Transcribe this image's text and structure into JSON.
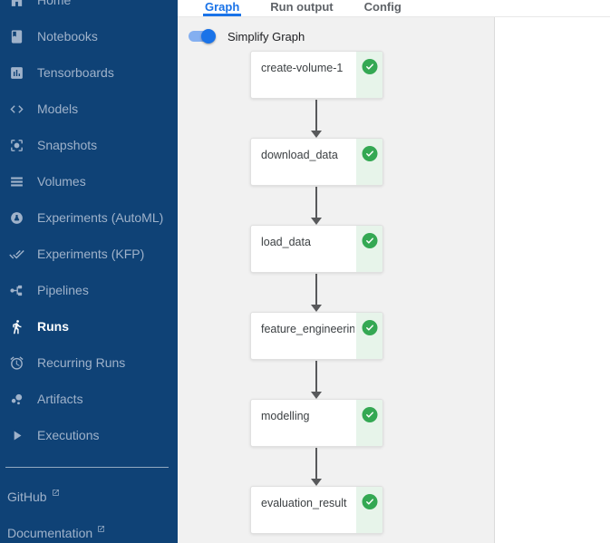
{
  "colors": {
    "sidebar_bg": "#0f4276",
    "sidebar_text": "#9fb2ca",
    "sidebar_active_text": "#ffffff",
    "tab_active": "#1a73e8",
    "tab_inactive": "#5f6368",
    "toggle_track": "#84aff0",
    "toggle_knob": "#1a73e8",
    "panel_bg": "#f1f1f1",
    "node_bg": "#ffffff",
    "node_border": "#e0e0e0",
    "node_text": "#3c4043",
    "edge_color": "#58595b",
    "success_green": "#34a853",
    "success_bg": "#e7f4ea"
  },
  "sidebar": {
    "items": [
      {
        "label": "Home",
        "icon": "home-icon"
      },
      {
        "label": "Notebooks",
        "icon": "notebook-icon"
      },
      {
        "label": "Tensorboards",
        "icon": "bar-chart-icon"
      },
      {
        "label": "Models",
        "icon": "code-arrows-icon"
      },
      {
        "label": "Snapshots",
        "icon": "snapshot-icon"
      },
      {
        "label": "Volumes",
        "icon": "volume-list-icon"
      },
      {
        "label": "Experiments (AutoML)",
        "icon": "automl-beaker-icon"
      },
      {
        "label": "Experiments (KFP)",
        "icon": "double-check-icon"
      },
      {
        "label": "Pipelines",
        "icon": "pipeline-icon"
      },
      {
        "label": "Runs",
        "icon": "runner-icon",
        "active": true
      },
      {
        "label": "Recurring Runs",
        "icon": "alarm-clock-icon"
      },
      {
        "label": "Artifacts",
        "icon": "bubble-chart-icon"
      },
      {
        "label": "Executions",
        "icon": "play-icon"
      }
    ],
    "links": [
      {
        "label": "GitHub",
        "icon": "external-link-icon"
      },
      {
        "label": "Documentation",
        "icon": "external-link-icon"
      }
    ]
  },
  "tabs": [
    {
      "label": "Graph",
      "active": true
    },
    {
      "label": "Run output",
      "active": false
    },
    {
      "label": "Config",
      "active": false
    }
  ],
  "toggle": {
    "label": "Simplify Graph",
    "state": "on"
  },
  "graph": {
    "nodes": [
      {
        "label": "create-volume-1",
        "status": "succeeded",
        "status_icon": "success-check-icon"
      },
      {
        "label": "download_data",
        "status": "succeeded",
        "status_icon": "success-check-icon"
      },
      {
        "label": "load_data",
        "status": "succeeded",
        "status_icon": "success-check-icon"
      },
      {
        "label": "feature_engineering",
        "status": "succeeded",
        "status_icon": "success-check-icon"
      },
      {
        "label": "modelling",
        "status": "succeeded",
        "status_icon": "success-check-icon"
      },
      {
        "label": "evaluation_result",
        "status": "succeeded",
        "status_icon": "success-check-icon"
      }
    ]
  }
}
